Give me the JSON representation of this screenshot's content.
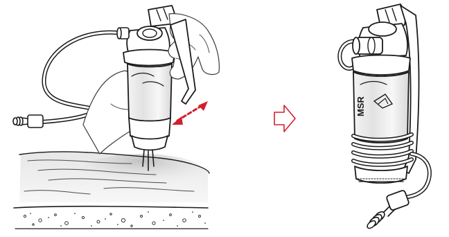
{
  "figure": {
    "left_panel": {
      "scene": "hand-pumping-filter-over-water",
      "pump_motion_arrow_color": "#d0202e"
    },
    "transition_arrow": {
      "icon": "outline-arrow-right",
      "color": "#d0202e"
    },
    "right_panel": {
      "scene": "filter-stowed-with-coiled-hose",
      "brand_text": "MSR"
    },
    "colors": {
      "ink": "#1a1a1a",
      "water_shadow": "#c8c8c8",
      "glass_tint": "#e9e9e9"
    }
  }
}
